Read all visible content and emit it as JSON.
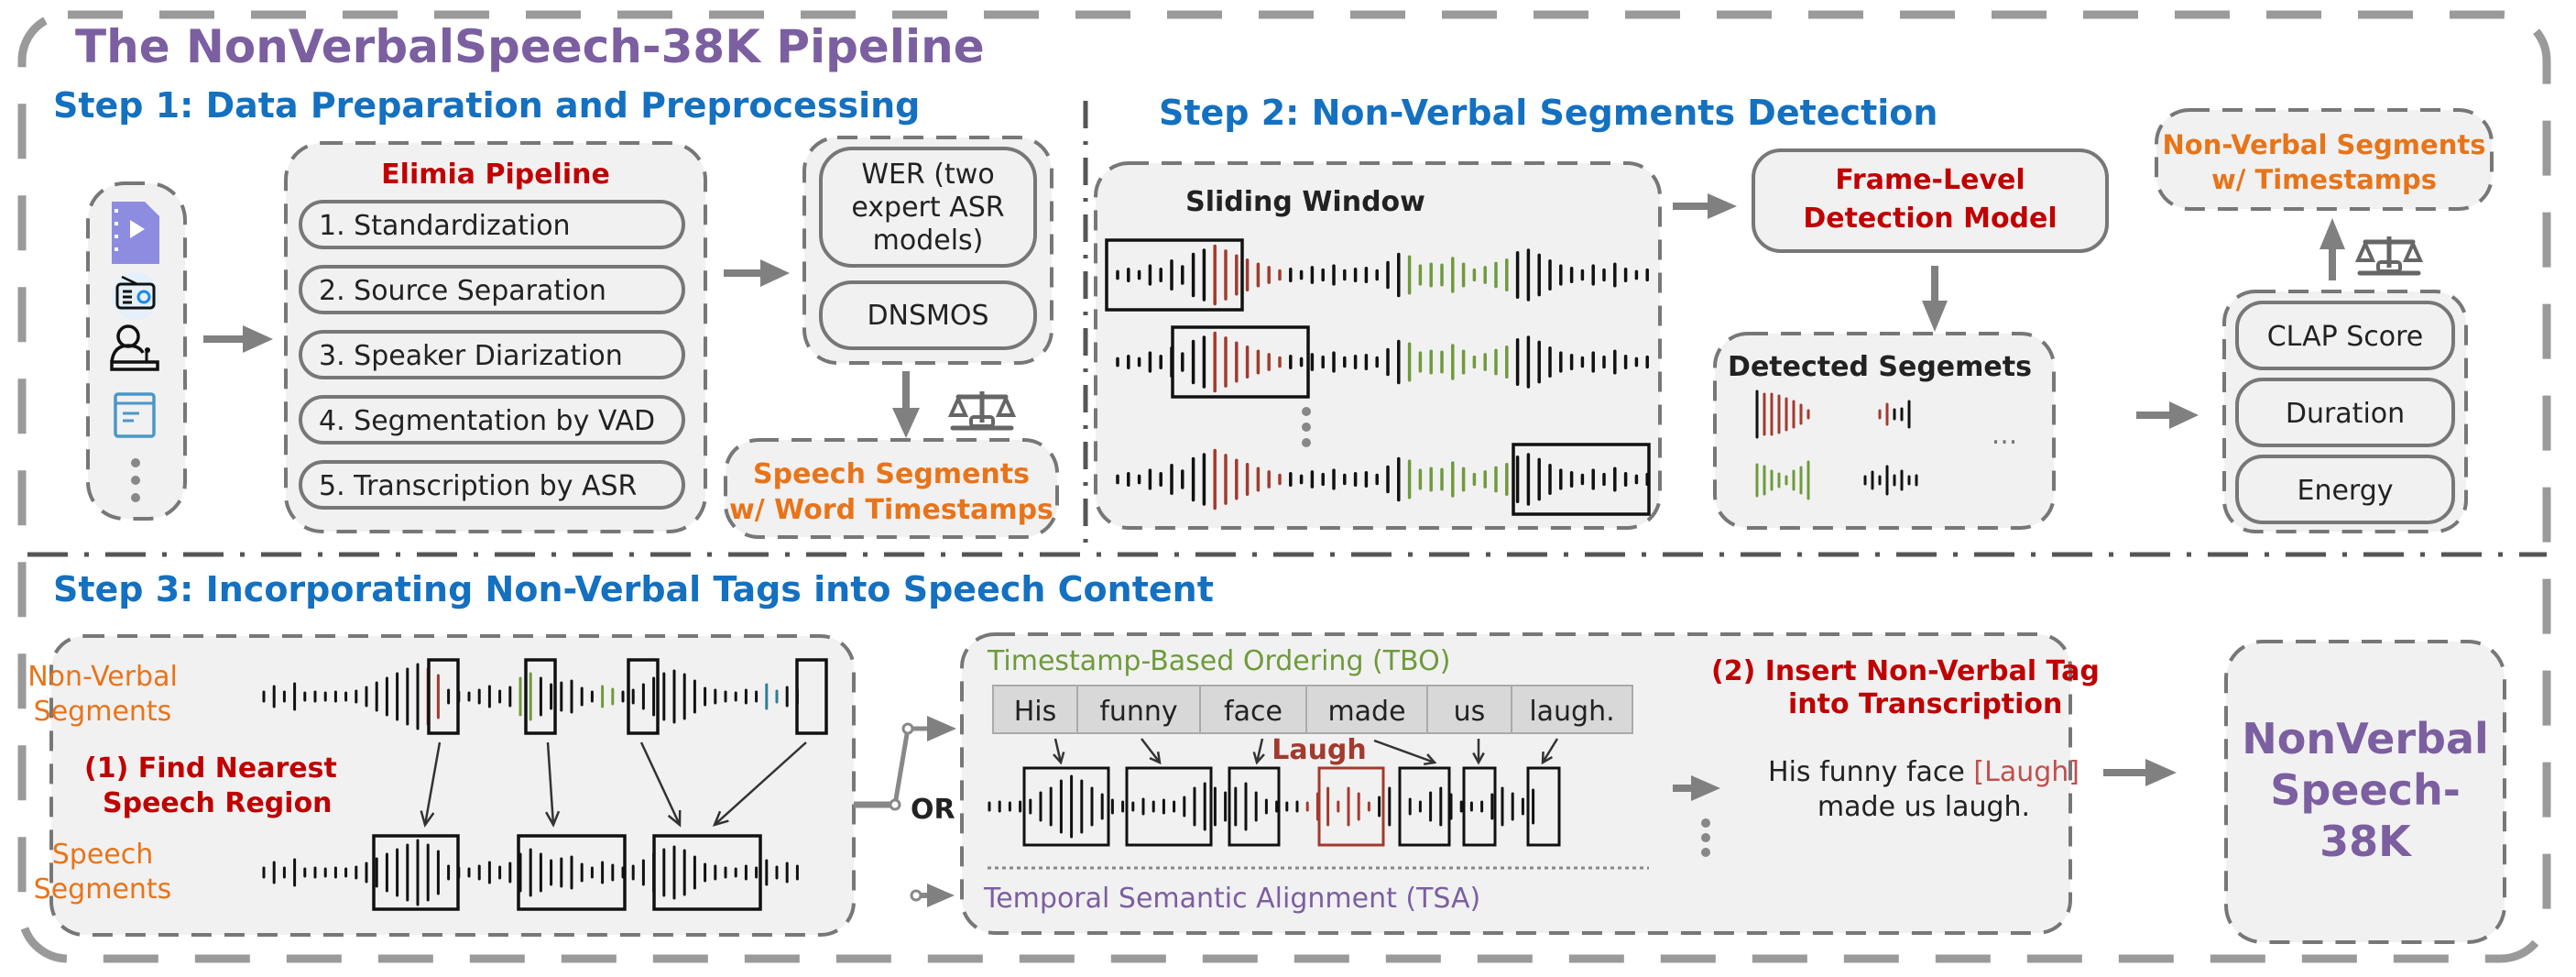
{
  "title": "The NonVerbalSpeech-38K Pipeline",
  "step1": {
    "heading": "Step 1: Data Preparation and Preprocessing",
    "sources": {
      "icons": [
        "video-file-icon",
        "radio-icon",
        "speaker-podium-icon",
        "document-icon",
        "vertical-ellipsis-icon"
      ]
    },
    "elimia": {
      "title": "Elimia Pipeline",
      "stages": [
        "1. Standardization",
        "2. Source Separation",
        "3. Speaker Diarization",
        "4. Segmentation by VAD",
        "5. Transcription by ASR"
      ]
    },
    "filters": {
      "wer_lines": [
        "WER (two",
        "expert ASR",
        "models)"
      ],
      "dnsmos": "DNSMOS"
    },
    "output_lines": [
      "Speech Segments",
      "w/ Word Timestamps"
    ]
  },
  "step2": {
    "heading": "Step 2: Non-Verbal Segments Detection",
    "sliding_window": "Sliding Window",
    "detector_lines": [
      "Frame-Level",
      "Detection Model"
    ],
    "detected": "Detected Segemets",
    "ellipsis": "...",
    "filters": [
      "CLAP Score",
      "Duration",
      "Energy"
    ],
    "output_lines": [
      "Non-Verbal Segments",
      "w/ Timestamps"
    ]
  },
  "step3": {
    "heading": "Step 3: Incorporating Non-Verbal Tags into Speech Content",
    "nv_label": [
      "Non-Verbal",
      "Segments"
    ],
    "find_label": [
      "(1) Find Nearest",
      "Speech Region"
    ],
    "speech_label": [
      "Speech",
      "Segments"
    ],
    "or_label": "OR",
    "tbo_title": "Timestamp-Based Ordering (TBO)",
    "words": [
      "His",
      "funny",
      "face",
      "made",
      "us",
      "laugh."
    ],
    "laugh_tag": "Laugh",
    "tsa_title": "Temporal Semantic Alignment (TSA)",
    "insert_lines": [
      "(2) Insert Non-Verbal Tag",
      "into Transcription"
    ],
    "result_pre": "His funny face ",
    "result_tag": "[Laugh]",
    "result_post": "made us laugh.",
    "final_lines": [
      "NonVerbal",
      "Speech-",
      "38K"
    ]
  },
  "colors": {
    "title": "#7b5fa0",
    "step_heading": "#1470c0",
    "red_label": "#c00000",
    "orange_label": "#e8741a",
    "green": "#6f9a3c",
    "laugh": "#a33a2e",
    "teal": "#2f7f95"
  }
}
